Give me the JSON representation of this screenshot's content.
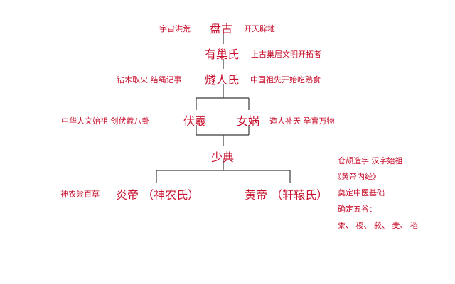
{
  "colors": {
    "text": "#c8102e",
    "lines": "#3a3a3a",
    "background": "#ffffff"
  },
  "nodes": {
    "pangu": "盘古",
    "youchao": "有巢氏",
    "suiren": "燧人氏",
    "fuxi": "伏羲",
    "nuwa": "女娲",
    "shaodian": "少典",
    "yandi": "炎帝 （神农氏）",
    "huangdi": "黄帝 （轩辕氏）"
  },
  "notes": {
    "pangu_left": "宇宙洪荒",
    "pangu_right": "开天辟地",
    "youchao_right": "上古巢居文明开拓者",
    "suiren_left": "钻木取火  结绳记事",
    "suiren_right": "中国祖先开始吃熟食",
    "fuxi_left": "中华人文始祖  创伏羲八卦",
    "nuwa_right": "造人补天  孕育万物",
    "yandi_left": "神农尝百草",
    "huangdi_right": [
      "仓颉造字  汉字始祖",
      "《黄帝内经》",
      "奠定中医基础",
      "确定五谷：",
      "黍、  稷、  菽、  麦、  稻"
    ]
  }
}
